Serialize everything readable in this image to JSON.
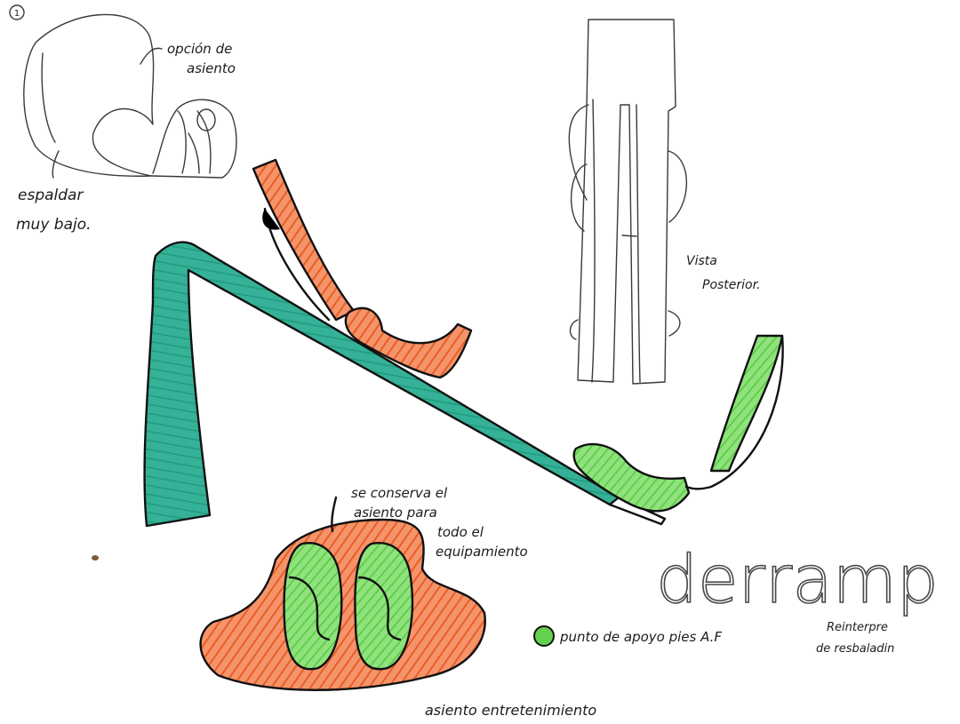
{
  "sketch_number": "1",
  "labels": {
    "seat_option_line1": "opción de",
    "seat_option_line2": "asiento",
    "backrest_line1": "espaldar",
    "backrest_line2": "muy bajo.",
    "rear_view_line1": "Vista",
    "rear_view_line2": "Posterior.",
    "seat_note_line1": "se conserva el",
    "seat_note_line2": "asiento para",
    "seat_note_line3": "todo el",
    "seat_note_line4": "equipamiento",
    "legend_text": "punto de apoyo pies A.F",
    "seat_caption": "asiento entretenimiento",
    "brand_name": "derramp",
    "brand_sub_line1": "Reinterpre",
    "brand_sub_line2": "de resbaladin"
  },
  "colors": {
    "teal": "#2faa8f",
    "teal_dark": "#1e8c72",
    "orange": "#f0703a",
    "green": "#6fd65a",
    "ink": "#111111",
    "pencil": "#3a3a3a"
  }
}
